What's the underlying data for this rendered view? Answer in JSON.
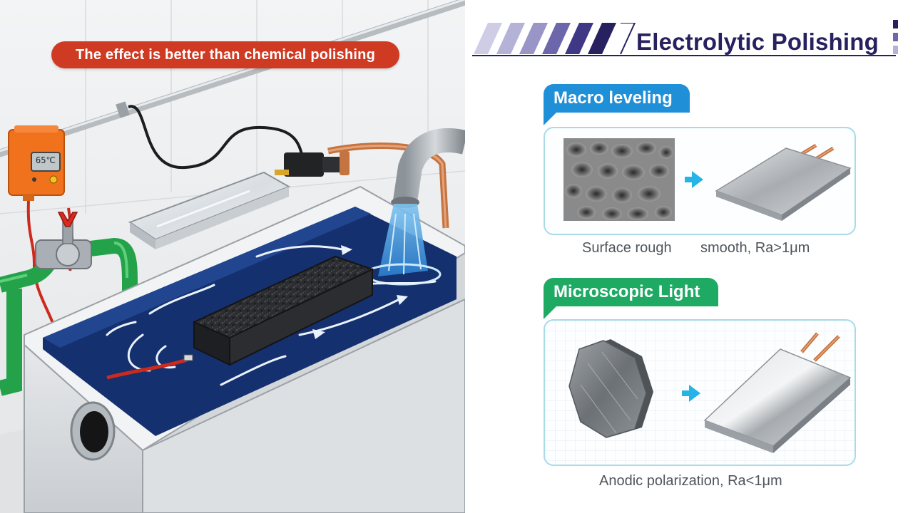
{
  "banner": {
    "text": "The effect is better than chemical polishing"
  },
  "thermostat": {
    "display": "65℃"
  },
  "header": {
    "title": "Electrolytic Polishing"
  },
  "sections": [
    {
      "tab": "Macro leveling",
      "caption_left": "Surface rough",
      "caption_right": "smooth, Ra>1μm"
    },
    {
      "tab": "Microscopic Light",
      "caption": "Anodic polarization, Ra<1μm"
    }
  ],
  "colors": {
    "navy": "#27215f",
    "banner_red": "#cf3a22",
    "tab_blue": "#1f8fd8",
    "tab_green": "#1eaa63",
    "electrolyte": "#15306e",
    "arrow_cyan": "#27b3e6",
    "copper": "#c47440",
    "pipe_green": "#23a24a"
  },
  "icons": [
    "thermostat-icon",
    "valve-icon",
    "electrode-plate-icon",
    "right-arrow-icon",
    "rough-texture-icon",
    "metal-hexagon-icon"
  ]
}
